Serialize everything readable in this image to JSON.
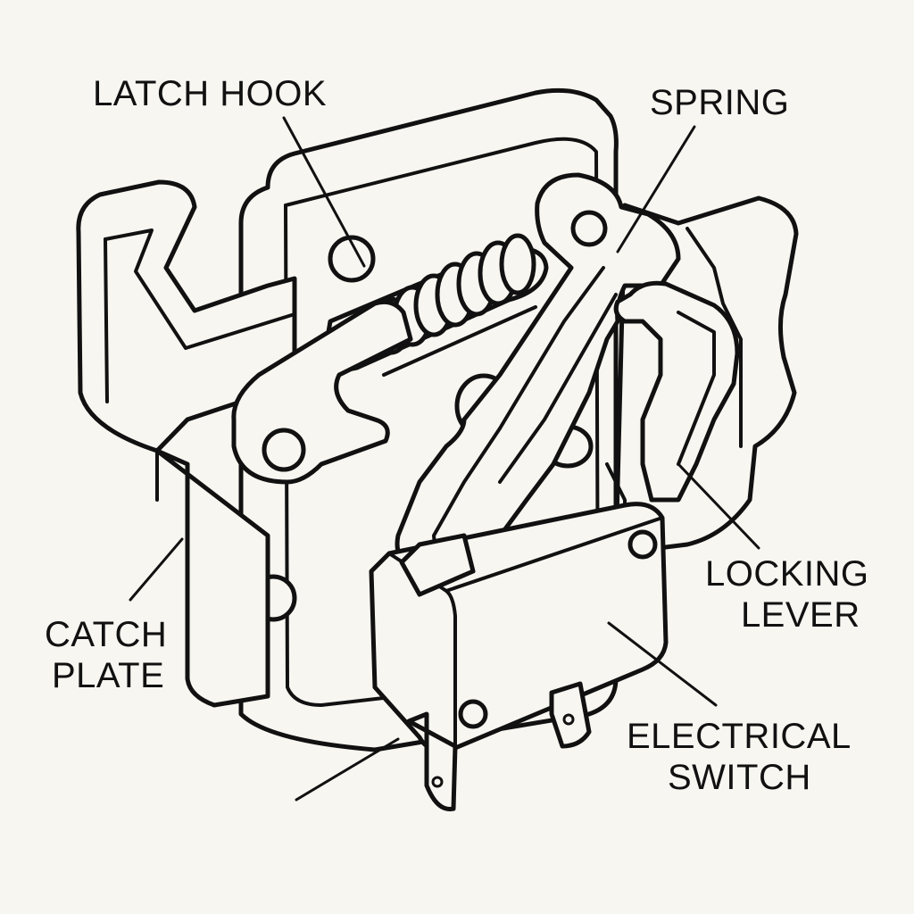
{
  "labels": {
    "latch_hook": "LATCH HOOK",
    "spring": "SPRING",
    "locking_lever_1": "LOCKING",
    "locking_lever_2": "LEVER",
    "catch_plate_1": "CATCH",
    "catch_plate_2": "PLATE",
    "electrical_switch_1": "ELECTRICAL",
    "electrical_switch_2": "SWITCH"
  },
  "colors": {
    "background": "#f7f6f1",
    "ink": "#111111"
  }
}
